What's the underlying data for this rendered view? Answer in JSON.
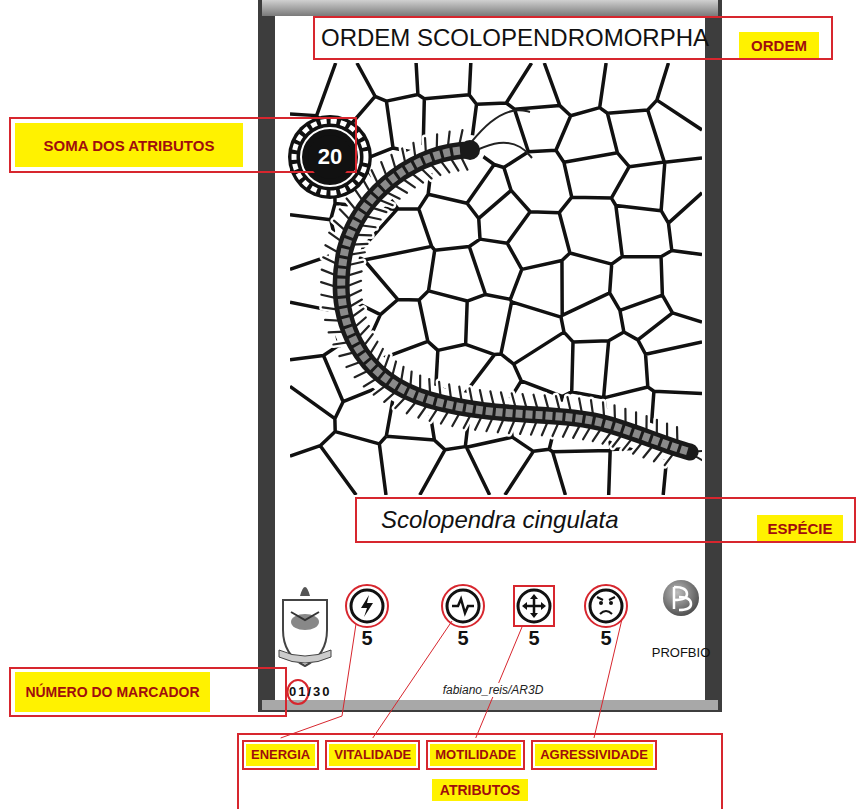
{
  "diagram": {
    "nodes": [
      {
        "text": [
          "ORDEM SCOLOPENDROMORPHA"
        ]
      },
      {
        "text": [
          "ORDEM"
        ],
        "in": 0
      },
      {
        "text": [
          "SOMA DOS ATRIBUTOS"
        ]
      },
      {
        "text": [
          "20"
        ]
      },
      {
        "text": [
          "Scolopendra cingulata"
        ]
      },
      {
        "text": [
          "ESPÉCIE"
        ],
        "in": 4
      },
      {
        "text": [
          "NÚMERO DO MARCADOR"
        ]
      },
      {
        "text": [
          "ATRIBUTOS"
        ]
      },
      {
        "text": [
          "ENERGIA"
        ],
        "in": 7
      },
      {
        "text": [
          "VITALIDADE"
        ],
        "in": 7
      },
      {
        "text": [
          "MOTILIDADE"
        ],
        "in": 7
      },
      {
        "text": [
          "AGRESSIVIDADE"
        ],
        "in": 7
      }
    ],
    "labels": [
      "5",
      "5",
      "5",
      "5",
      "PROFBIO",
      "01/30",
      "fabiano_reis/AR3D"
    ]
  }
}
